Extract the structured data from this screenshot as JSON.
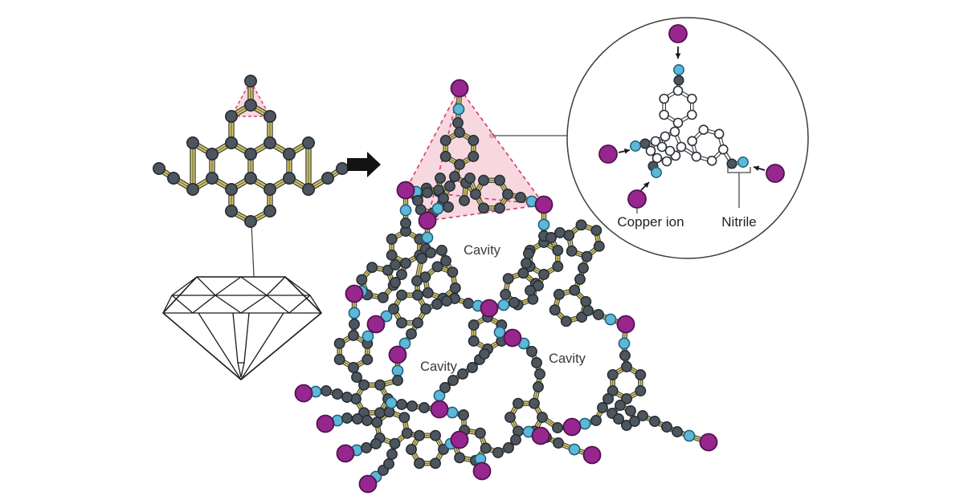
{
  "figure": {
    "labels": {
      "cavity": "Cavity",
      "copper_ion": "Copper ion",
      "nitrile": "Nitrile"
    },
    "colors": {
      "background": "#ffffff",
      "carbon": "#4d565e",
      "carbon_edge": "#252b31",
      "nitrogen": "#5cb8d9",
      "nitrogen_edge": "#1f5d78",
      "copper": "#97278f",
      "copper_edge": "#511250",
      "bond_fill": "#d8c964",
      "bond_edge": "#3c4036",
      "bond_core": "#6f6f52",
      "tetra_fill": "#f6cdd7",
      "tetra_edge": "#d6436a",
      "white_atom": "#ffffff",
      "inset_ink": "#2b3036",
      "circle_stroke": "#3d3d3d",
      "text": "#383838",
      "arrow": "#131313",
      "leader": "#4a4a4a",
      "gem": "#1a1a1a"
    }
  }
}
